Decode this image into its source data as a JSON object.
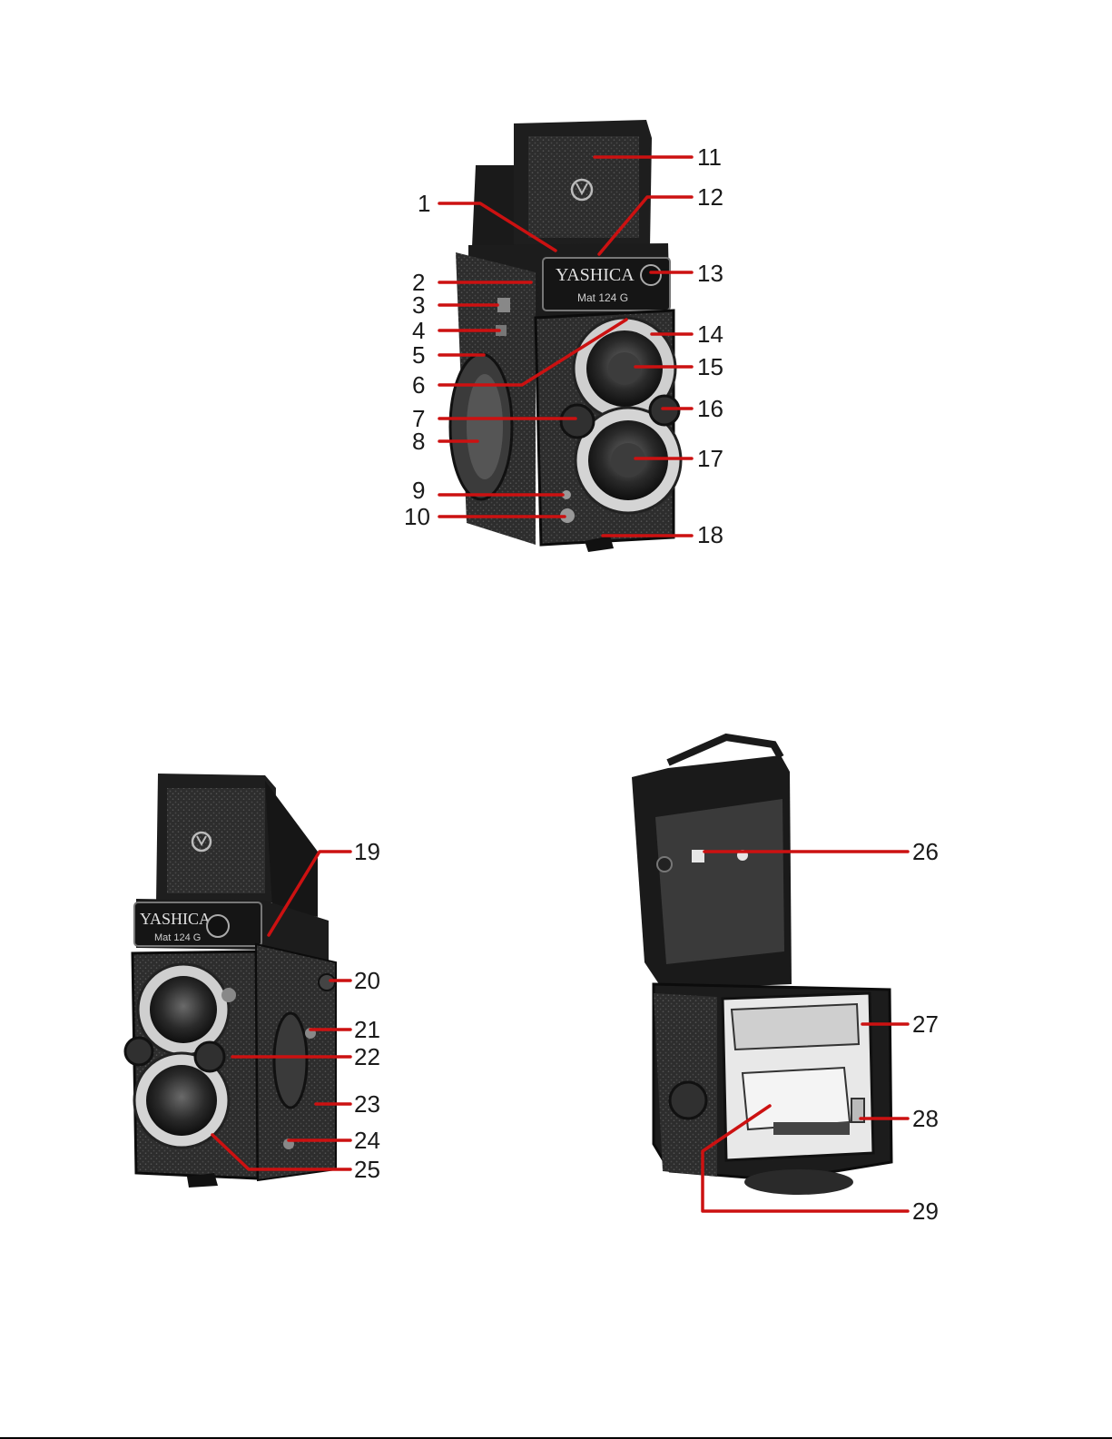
{
  "figures": [
    {
      "name": "front-view"
    },
    {
      "name": "side-view"
    },
    {
      "name": "open-back-view"
    }
  ],
  "logo_text": {
    "brand": "YASHICA",
    "model": "Mat 124 G"
  },
  "callouts": {
    "n1": "1",
    "n2": "2",
    "n3": "3",
    "n4": "4",
    "n5": "5",
    "n6": "6",
    "n7": "7",
    "n8": "8",
    "n9": "9",
    "n10": "10",
    "n11": "11",
    "n12": "12",
    "n13": "13",
    "n14": "14",
    "n15": "15",
    "n16": "16",
    "n17": "17",
    "n18": "18",
    "n19": "19",
    "n20": "20",
    "n21": "21",
    "n22": "22",
    "n23": "23",
    "n24": "24",
    "n25": "25",
    "n26": "26",
    "n27": "27",
    "n28": "28",
    "n29": "29"
  },
  "colors": {
    "leader": "#cc1111",
    "body": "#222222",
    "leatherette": "#3a3a3a",
    "chrome": "#d9d9d9"
  }
}
